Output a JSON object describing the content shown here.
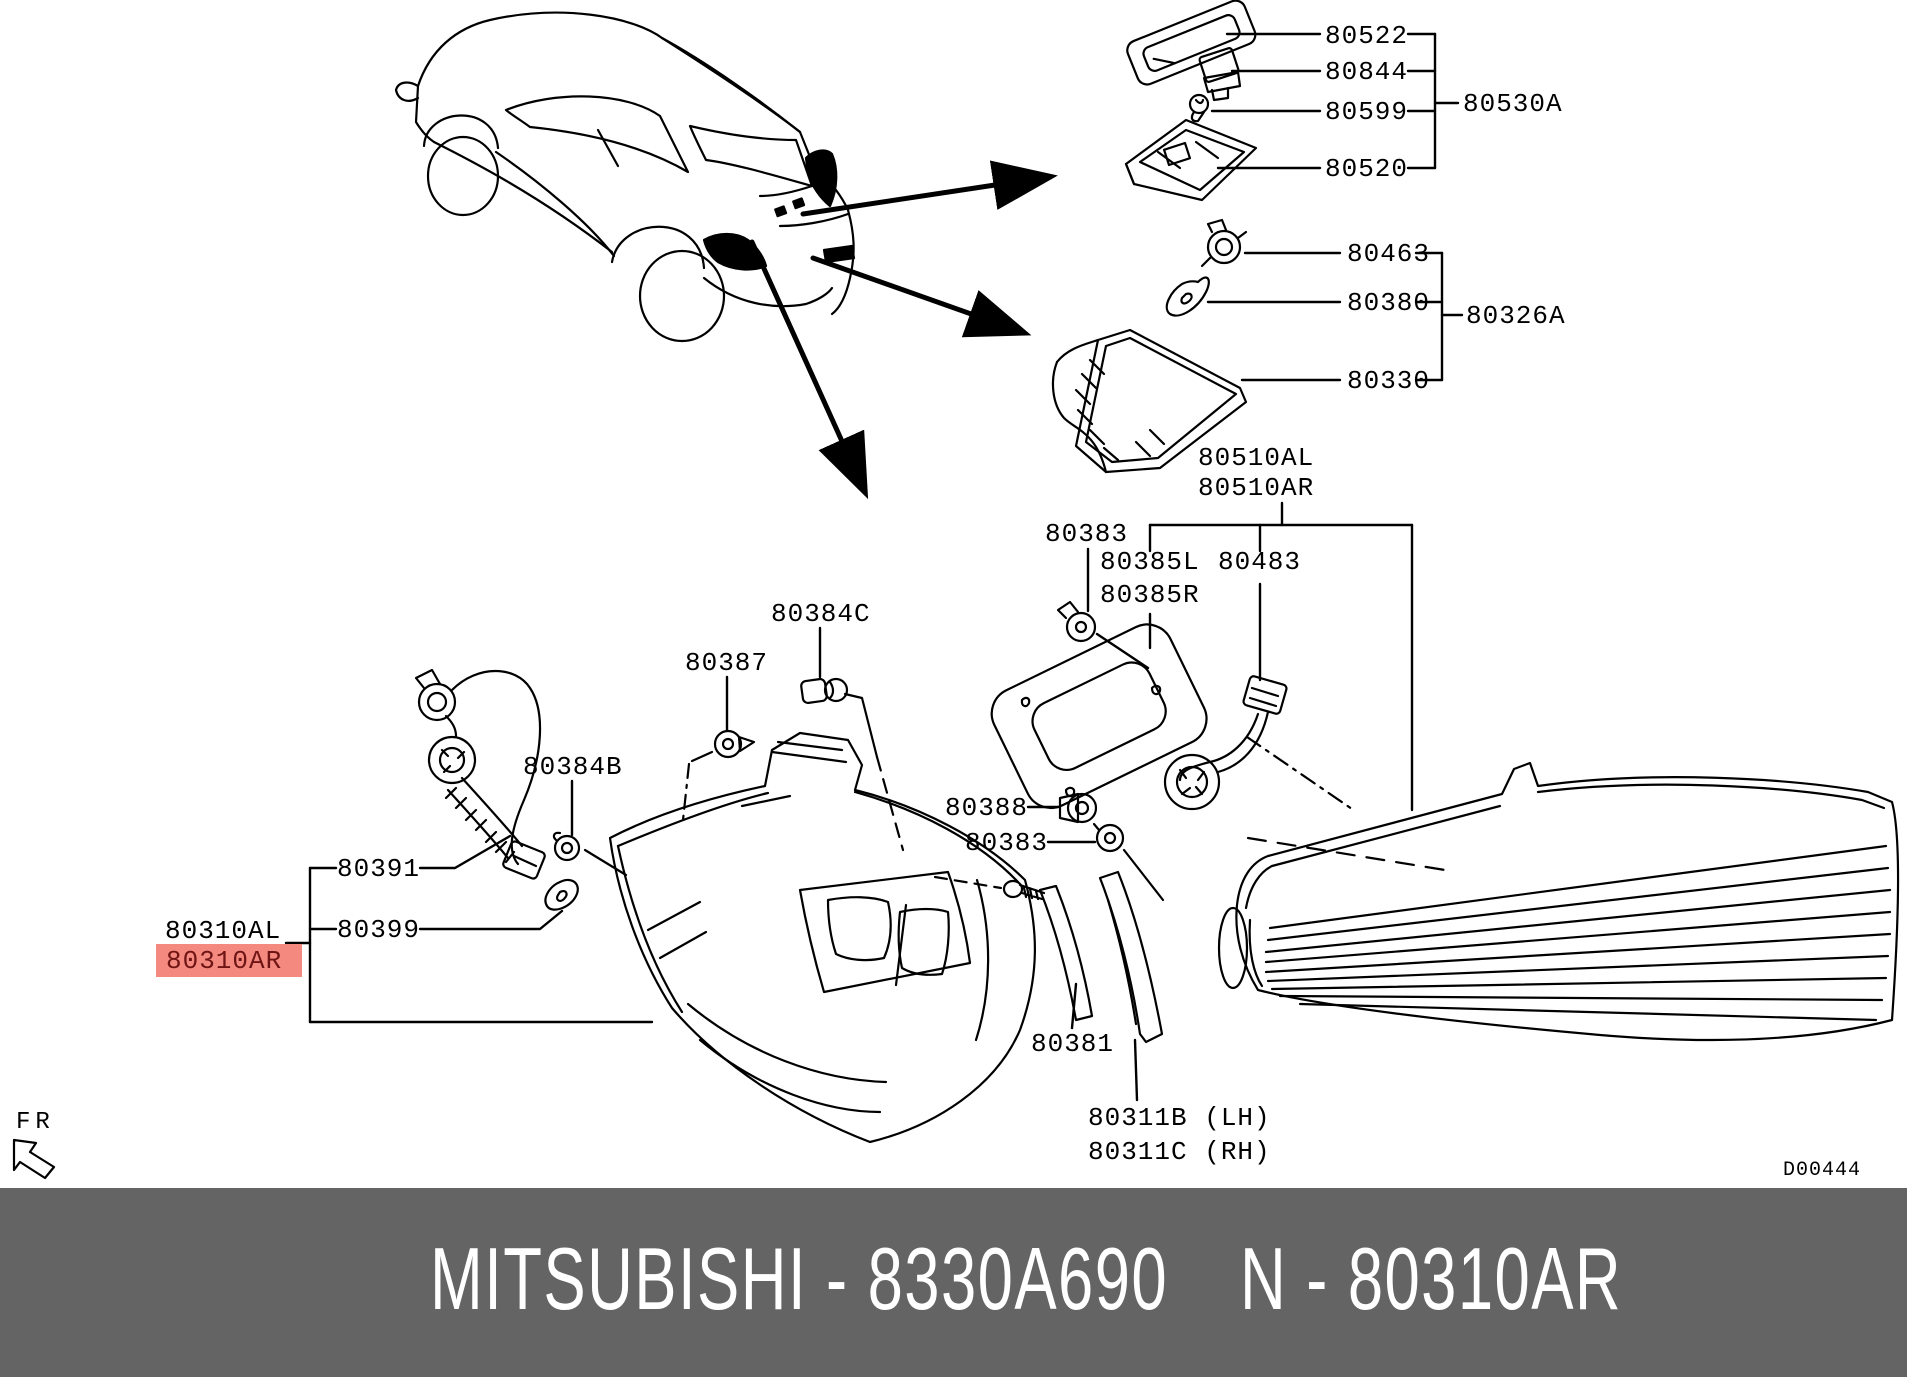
{
  "title": "Rear combination lamp parts diagram",
  "colors": {
    "banner_bg": "#646464",
    "banner_text": "#ffffff",
    "highlight_bg": "#f4897f",
    "highlight_text": "#6f1414",
    "line": "#000000"
  },
  "labels": {
    "l80522": "80522",
    "l80844": "80844",
    "l80599": "80599",
    "l80520": "80520",
    "l80530A": "80530A",
    "l80463": "80463",
    "l80380": "80380",
    "l80326A": "80326A",
    "l80330": "80330",
    "l80510AL": "80510AL",
    "l80510AR": "80510AR",
    "l80383a": "80383",
    "l80385L": "80385L",
    "l80385R": "80385R",
    "l80483": "80483",
    "l80384C": "80384C",
    "l80387": "80387",
    "l80384B": "80384B",
    "l80388": "80388",
    "l80383b": "80383",
    "l80391": "80391",
    "l80399": "80399",
    "l80310AL": "80310AL",
    "l80310AR": "80310AR",
    "l80381": "80381",
    "l80311B": "80311B (LH)",
    "l80311C": "80311C (RH)"
  },
  "footer": {
    "left_text": "MITSUBISHI - 8330A690",
    "right_text": "N - 80310AR"
  },
  "corner": {
    "direction": "FR",
    "drawing_no": "D00444"
  }
}
